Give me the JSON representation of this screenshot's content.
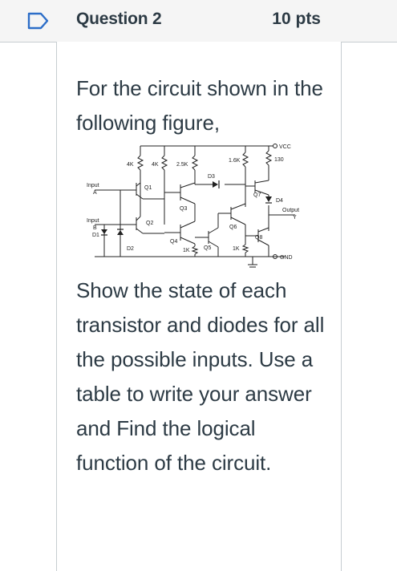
{
  "header": {
    "title": "Question 2",
    "points": "10 pts"
  },
  "question": {
    "prompt_top": "For the circuit shown in the following figure,",
    "prompt_bottom": "Show the state of each transistor and diodes for all the possible inputs. Use a table to write your answer and Find the logical function of the circuit."
  },
  "figure": {
    "labels": {
      "vcc": "VCC",
      "r1": "4K",
      "r2": "4K",
      "r3": "2.5K",
      "r4": "1.6K",
      "r5": "130",
      "input_a": "Input",
      "a": "A",
      "input_b": "Input",
      "b": "B",
      "q1": "Q1",
      "q2": "Q2",
      "q3": "Q3",
      "q4": "Q4",
      "q5": "Q5",
      "q6": "Q6",
      "q7": "Q7",
      "q8": "Q8",
      "d1": "D1",
      "d2": "D2",
      "d3": "D3",
      "d4": "D4",
      "r6": "1K",
      "r7": "1K",
      "output": "Output",
      "y": "Y",
      "gnd": "GND"
    }
  },
  "colors": {
    "flag_accent": "#2d6ec8",
    "text": "#2d3b45",
    "header_bg": "#f5f5f5",
    "border": "#c7cdd1"
  }
}
